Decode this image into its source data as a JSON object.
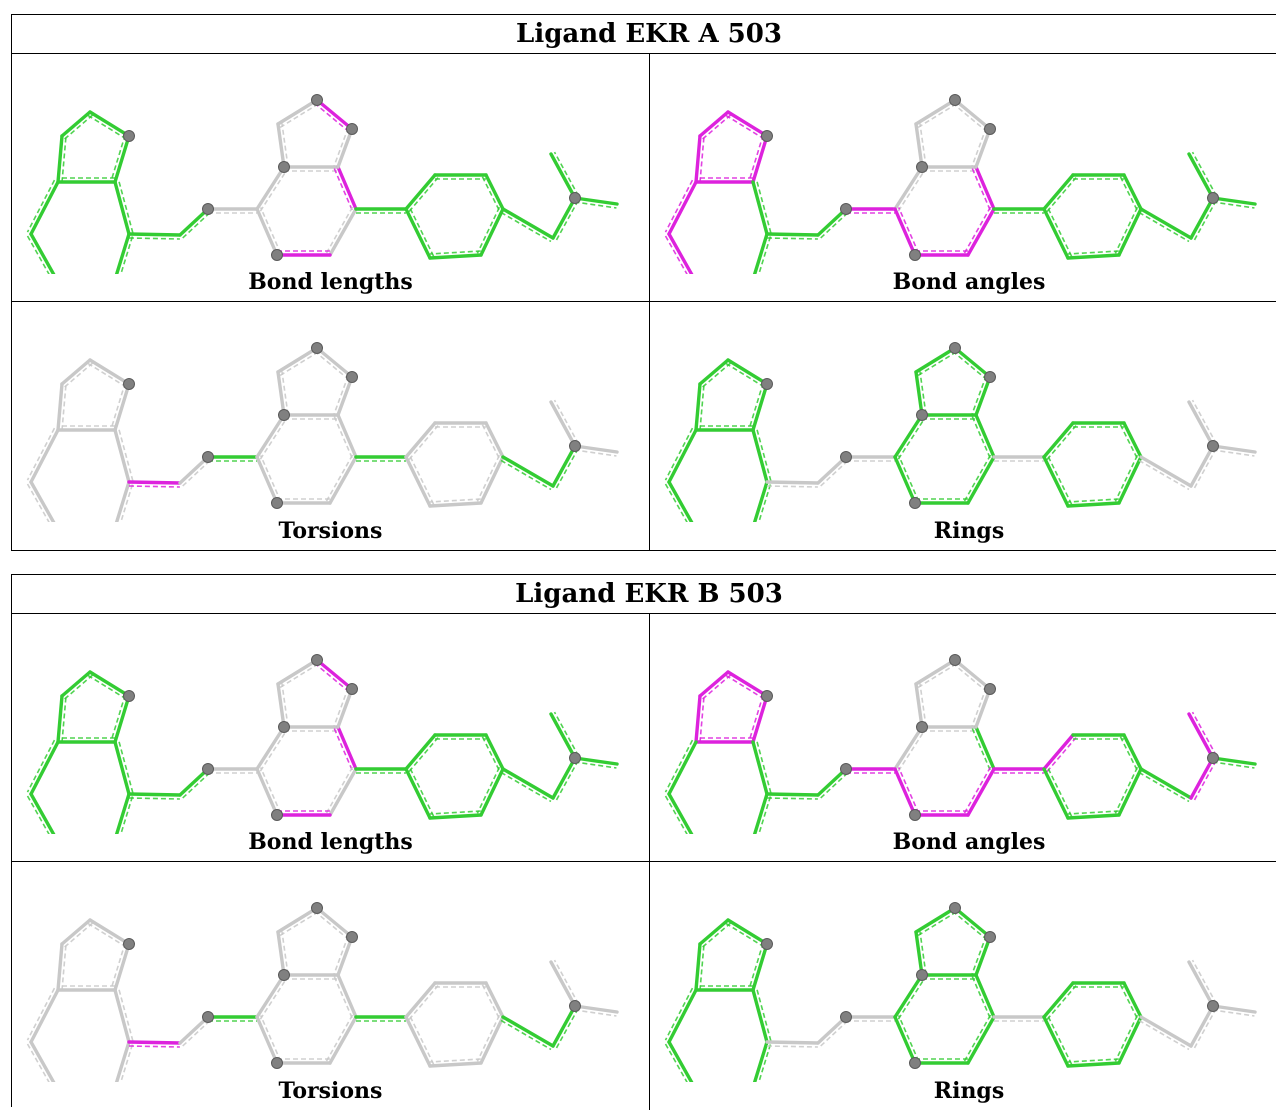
{
  "colors": {
    "ok": "#33cc33",
    "outlier": "#dd22dd",
    "none": "#c8c8c8",
    "atom": "#808080"
  },
  "blocks": [
    {
      "title": "Ligand EKR A 503",
      "panels": [
        {
          "label": "Bond lengths",
          "mode": "bl1"
        },
        {
          "label": "Bond angles",
          "mode": "ba1"
        },
        {
          "label": "Torsions",
          "mode": "tor"
        },
        {
          "label": "Rings",
          "mode": "ring"
        }
      ]
    },
    {
      "title": "Ligand EKR B 503",
      "panels": [
        {
          "label": "Bond lengths",
          "mode": "bl1"
        },
        {
          "label": "Bond angles",
          "mode": "ba2"
        },
        {
          "label": "Torsions",
          "mode": "tor"
        },
        {
          "label": "Rings",
          "mode": "ring"
        }
      ]
    }
  ]
}
